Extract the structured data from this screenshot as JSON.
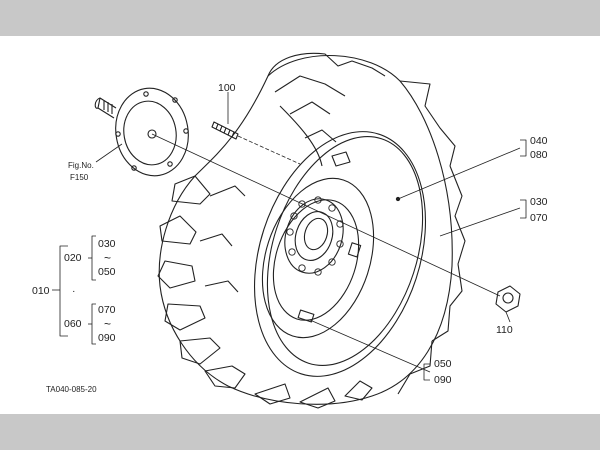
{
  "diagram": {
    "drawing_code": "TA040-085-20",
    "callouts": [
      {
        "id": "100",
        "text": "100"
      },
      {
        "id": "040",
        "text": "040"
      },
      {
        "id": "080",
        "text": "080"
      },
      {
        "id": "030",
        "text": "030"
      },
      {
        "id": "070",
        "text": "070"
      },
      {
        "id": "110",
        "text": "110"
      },
      {
        "id": "050",
        "text": "050"
      },
      {
        "id": "090",
        "text": "090"
      }
    ],
    "fig_ref": {
      "line1": "Fig.No.",
      "line2": "F150"
    },
    "assembly_tree": {
      "root": "010",
      "separator": "·",
      "groups": [
        {
          "code": "020",
          "from": "030",
          "range_symbol": "~",
          "to": "050"
        },
        {
          "code": "060",
          "from": "070",
          "range_symbol": "~",
          "to": "090"
        }
      ]
    }
  }
}
